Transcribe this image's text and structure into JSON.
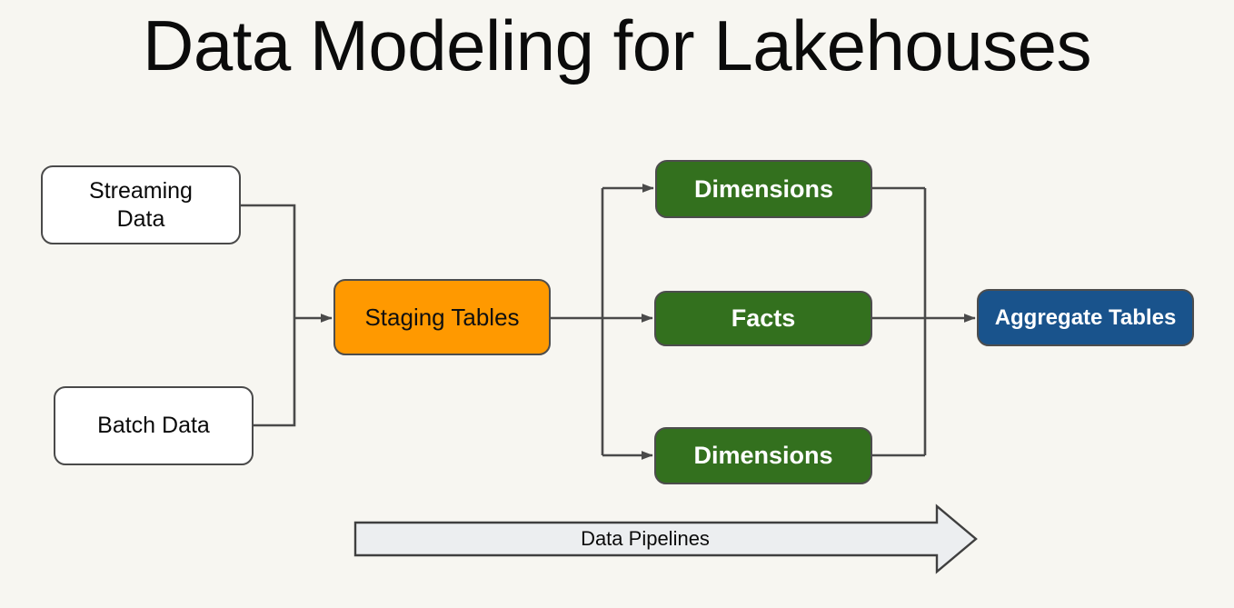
{
  "page": {
    "title": "Data Modeling for Lakehouses",
    "background_color": "#f7f6f1"
  },
  "colors": {
    "source_fill": "#ffffff",
    "staging_fill": "#ff9900",
    "model_fill": "#33701e",
    "aggregate_fill": "#19538c",
    "stroke": "#4d4d4d",
    "edge": "#4a4a4a",
    "pipeline_fill": "#eceef0",
    "text_dark": "#0a0a0a",
    "text_light": "#ffffff"
  },
  "diagram": {
    "type": "flow",
    "nodes": [
      {
        "id": "streaming",
        "label": "Streaming\nData",
        "line1": "Streaming",
        "line2": "Data",
        "style": "white",
        "group": "sources"
      },
      {
        "id": "batch",
        "label": "Batch Data",
        "style": "white",
        "group": "sources"
      },
      {
        "id": "staging",
        "label": "Staging Tables",
        "style": "orange",
        "group": "staging"
      },
      {
        "id": "dimensions_top",
        "label": "Dimensions",
        "style": "green",
        "group": "model"
      },
      {
        "id": "facts",
        "label": "Facts",
        "style": "green",
        "group": "model"
      },
      {
        "id": "dimensions_bottom",
        "label": "Dimensions",
        "style": "green",
        "group": "model"
      },
      {
        "id": "aggregate",
        "label": "Aggregate Tables",
        "style": "blue",
        "group": "serving"
      }
    ],
    "edges": [
      {
        "from": "streaming",
        "to": "staging",
        "arrow": true
      },
      {
        "from": "batch",
        "to": "staging",
        "arrow": true
      },
      {
        "from": "staging",
        "to": "dimensions_top",
        "arrow": true
      },
      {
        "from": "staging",
        "to": "facts",
        "arrow": true
      },
      {
        "from": "staging",
        "to": "dimensions_bottom",
        "arrow": true
      },
      {
        "from": "dimensions_top",
        "to": "aggregate",
        "arrow": true
      },
      {
        "from": "facts",
        "to": "aggregate",
        "arrow": true
      },
      {
        "from": "dimensions_bottom",
        "to": "aggregate",
        "arrow": true
      }
    ],
    "annotation_arrow": {
      "label": "Data Pipelines",
      "direction": "right"
    }
  }
}
